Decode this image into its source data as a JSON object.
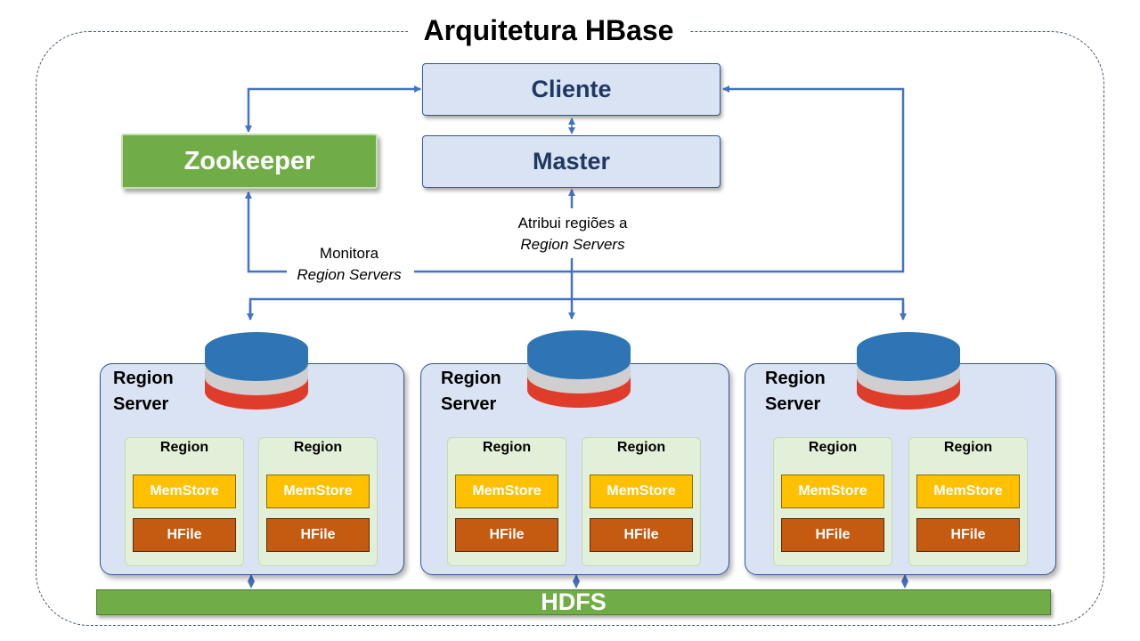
{
  "diagram": {
    "title": "Arquitetura HBase",
    "client_label": "Cliente",
    "master_label": "Master",
    "zookeeper_label": "Zookeeper",
    "hdfs_label": "HDFS",
    "assign_label": {
      "line1": "Atribui regiões a",
      "line2": "Region Servers"
    },
    "monitor_label": {
      "line1": "Monitora",
      "line2": "Region Servers"
    },
    "region_servers": [
      {
        "title_line1": "Region",
        "title_line2": "Server",
        "regions": [
          {
            "label": "Region",
            "memstore": "MemStore",
            "hfile": "HFile"
          },
          {
            "label": "Region",
            "memstore": "MemStore",
            "hfile": "HFile"
          }
        ]
      },
      {
        "title_line1": "Region",
        "title_line2": "Server",
        "regions": [
          {
            "label": "Region",
            "memstore": "MemStore",
            "hfile": "HFile"
          },
          {
            "label": "Region",
            "memstore": "MemStore",
            "hfile": "HFile"
          }
        ]
      },
      {
        "title_line1": "Region",
        "title_line2": "Server",
        "regions": [
          {
            "label": "Region",
            "memstore": "MemStore",
            "hfile": "HFile"
          },
          {
            "label": "Region",
            "memstore": "MemStore",
            "hfile": "HFile"
          }
        ]
      }
    ],
    "colors": {
      "frame_border": "#44546a",
      "blue_box_fill": "#dae3f3",
      "blue_box_text": "#1f3864",
      "connector": "#4472c4",
      "green": "#70ad47",
      "memstore": "#ffc000",
      "hfile": "#c55a11",
      "database_top": "#2e75b6",
      "database_middle": "#d0cece",
      "database_bottom": "#e03c2c"
    },
    "icons": [
      "database-icon"
    ]
  }
}
